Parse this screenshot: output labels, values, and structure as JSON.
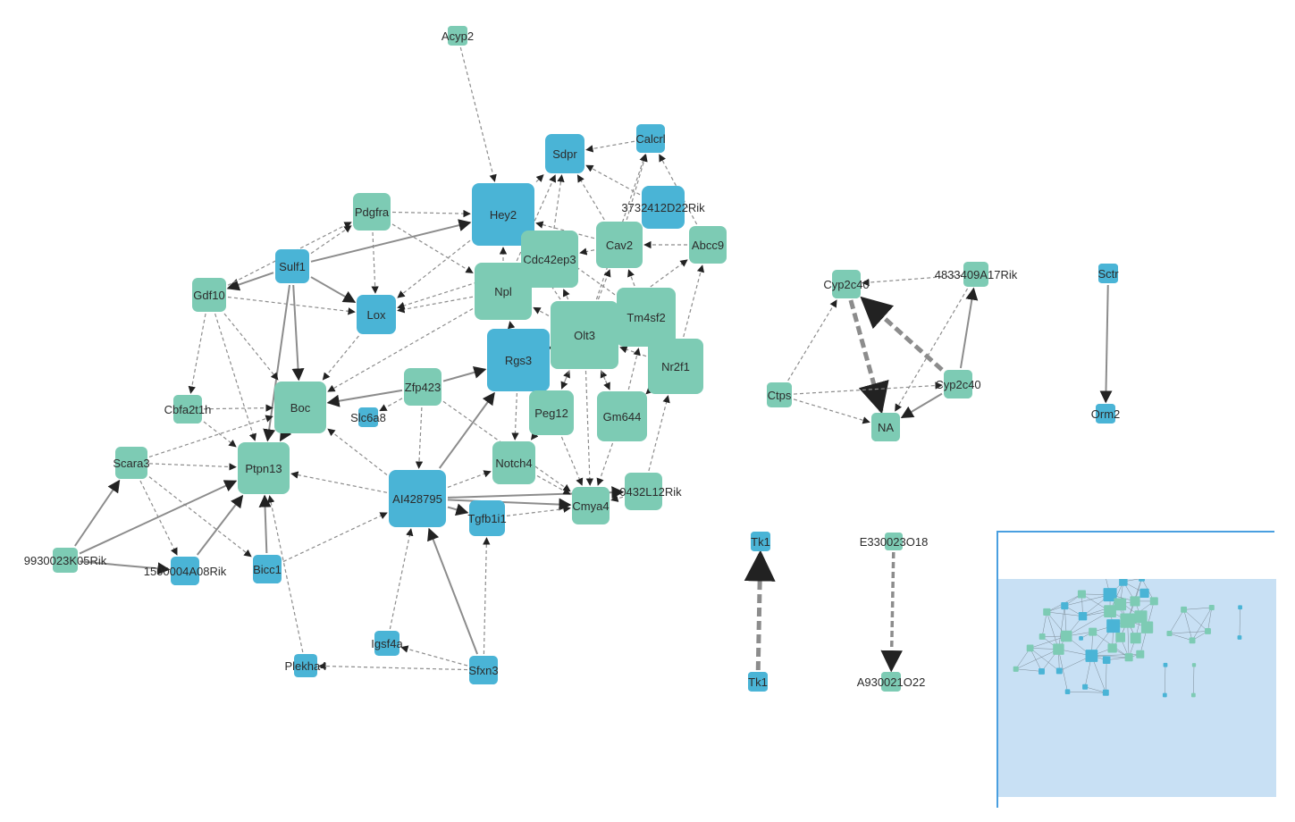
{
  "colors": {
    "teal": "#7dcbb4",
    "blue": "#4ab4d6",
    "edge": "#8c8c8c",
    "edge_dark": "#444444",
    "minimap_bg": "#c8e0f4",
    "minimap_border": "#4a9fe0"
  },
  "nodes": [
    {
      "id": "Acyp2",
      "label": "Acyp2",
      "color": "teal"
    },
    {
      "id": "Sdpr",
      "label": "Sdpr",
      "color": "blue"
    },
    {
      "id": "Calcrl",
      "label": "Calcrl",
      "color": "blue"
    },
    {
      "id": "Hey2",
      "label": "Hey2",
      "color": "blue"
    },
    {
      "id": "3732412D22Rik",
      "label": "3732412D22Rik",
      "color": "blue"
    },
    {
      "id": "Pdgfra",
      "label": "Pdgfra",
      "color": "teal"
    },
    {
      "id": "Cav2",
      "label": "Cav2",
      "color": "teal"
    },
    {
      "id": "Abcc9",
      "label": "Abcc9",
      "color": "teal"
    },
    {
      "id": "Cdc42ep3",
      "label": "Cdc42ep3",
      "color": "teal"
    },
    {
      "id": "Sulf1",
      "label": "Sulf1",
      "color": "blue"
    },
    {
      "id": "Gdf10",
      "label": "Gdf10",
      "color": "teal"
    },
    {
      "id": "Npl",
      "label": "Npl",
      "color": "teal"
    },
    {
      "id": "Lox",
      "label": "Lox",
      "color": "blue"
    },
    {
      "id": "Tm4sf2",
      "label": "Tm4sf2",
      "color": "teal"
    },
    {
      "id": "Olt3",
      "label": "Olt3",
      "color": "teal"
    },
    {
      "id": "Rgs3",
      "label": "Rgs3",
      "color": "blue"
    },
    {
      "id": "Nr2f1",
      "label": "Nr2f1",
      "color": "teal"
    },
    {
      "id": "Zfp423",
      "label": "Zfp423",
      "color": "teal"
    },
    {
      "id": "Boc",
      "label": "Boc",
      "color": "teal"
    },
    {
      "id": "Cbfa2t1h",
      "label": "Cbfa2t1h",
      "color": "teal"
    },
    {
      "id": "Slc6a8",
      "label": "Slc6a8",
      "color": "blue"
    },
    {
      "id": "Peg12",
      "label": "Peg12",
      "color": "teal"
    },
    {
      "id": "Gm644",
      "label": "Gm644",
      "color": "teal"
    },
    {
      "id": "Scara3",
      "label": "Scara3",
      "color": "teal"
    },
    {
      "id": "Ptpn13",
      "label": "Ptpn13",
      "color": "teal"
    },
    {
      "id": "Notch4",
      "label": "Notch4",
      "color": "teal"
    },
    {
      "id": "AI428795",
      "label": "AI428795",
      "color": "blue"
    },
    {
      "id": "0432L12Rik",
      "label": "0432L12Rik",
      "color": "teal"
    },
    {
      "id": "Tgfb1i1",
      "label": "Tgfb1i1",
      "color": "blue"
    },
    {
      "id": "Cmya4",
      "label": "Cmya4",
      "color": "teal"
    },
    {
      "id": "9930023K05Rik",
      "label": "9930023K05Rik",
      "color": "teal"
    },
    {
      "id": "1500004A08Rik",
      "label": "1500004A08Rik",
      "color": "blue"
    },
    {
      "id": "Bicc1",
      "label": "Bicc1",
      "color": "blue"
    },
    {
      "id": "Igsf4a",
      "label": "Igsf4a",
      "color": "blue"
    },
    {
      "id": "Plekha4",
      "label": "Plekha4",
      "color": "blue"
    },
    {
      "id": "Sfxn3",
      "label": "Sfxn3",
      "color": "blue"
    },
    {
      "id": "Cyp2c40a",
      "label": "Cyp2c40",
      "color": "teal"
    },
    {
      "id": "4833409A17Rik",
      "label": "4833409A17Rik",
      "color": "teal"
    },
    {
      "id": "Cyp2c40b",
      "label": "Cyp2c40",
      "color": "teal"
    },
    {
      "id": "Ctps",
      "label": "Ctps",
      "color": "teal"
    },
    {
      "id": "NA",
      "label": "NA",
      "color": "teal"
    },
    {
      "id": "Sctr",
      "label": "Sctr",
      "color": "blue"
    },
    {
      "id": "Orm2",
      "label": "Orm2",
      "color": "blue"
    },
    {
      "id": "Tk1a",
      "label": "Tk1",
      "color": "blue"
    },
    {
      "id": "Tk1b",
      "label": "Tk1",
      "color": "blue"
    },
    {
      "id": "E330023O18",
      "label": "E330023O18",
      "color": "teal"
    },
    {
      "id": "A930021O22",
      "label": "A930021O22",
      "color": "teal"
    }
  ],
  "edges": [
    [
      "Acyp2",
      "Hey2",
      "dashed"
    ],
    [
      "Pdgfra",
      "Hey2",
      "dashed"
    ],
    [
      "Pdgfra",
      "Npl",
      "dashed"
    ],
    [
      "Pdgfra",
      "Lox",
      "dashed"
    ],
    [
      "Sulf1",
      "Pdgfra",
      "dashed"
    ],
    [
      "Sulf1",
      "Hey2",
      "solid"
    ],
    [
      "Sulf1",
      "Gdf10",
      "solid"
    ],
    [
      "Sulf1",
      "Lox",
      "solid"
    ],
    [
      "Sulf1",
      "Boc",
      "solid"
    ],
    [
      "Sulf1",
      "Ptpn13",
      "solid"
    ],
    [
      "Gdf10",
      "Pdgfra",
      "dashed"
    ],
    [
      "Gdf10",
      "Lox",
      "dashed"
    ],
    [
      "Gdf10",
      "Boc",
      "dashed"
    ],
    [
      "Gdf10",
      "Cbfa2t1h",
      "dashed"
    ],
    [
      "Gdf10",
      "Ptpn13",
      "dashed"
    ],
    [
      "Hey2",
      "Lox",
      "dashed"
    ],
    [
      "Npl",
      "Lox",
      "dashed"
    ],
    [
      "Cdc42ep3",
      "Lox",
      "dashed"
    ],
    [
      "Hey2",
      "Sdpr",
      "dashed"
    ],
    [
      "Cav2",
      "Sdpr",
      "dashed"
    ],
    [
      "Cdc42ep3",
      "Sdpr",
      "dashed"
    ],
    [
      "Npl",
      "Sdpr",
      "dashed"
    ],
    [
      "Calcrl",
      "Sdpr",
      "dashed"
    ],
    [
      "3732412D22Rik",
      "Sdpr",
      "dashed"
    ],
    [
      "Cav2",
      "Calcrl",
      "dashed"
    ],
    [
      "Abcc9",
      "Calcrl",
      "dashed"
    ],
    [
      "Olt3",
      "Calcrl",
      "dashed"
    ],
    [
      "Cdc42ep3",
      "Hey2",
      "dashed"
    ],
    [
      "Npl",
      "Hey2",
      "dashed"
    ],
    [
      "Cav2",
      "Hey2",
      "dashed"
    ],
    [
      "Olt3",
      "Hey2",
      "dashed"
    ],
    [
      "Tm4sf2",
      "Hey2",
      "dashed"
    ],
    [
      "Abcc9",
      "Cav2",
      "dashed"
    ],
    [
      "Tm4sf2",
      "Cav2",
      "dashed"
    ],
    [
      "Olt3",
      "Cav2",
      "dashed"
    ],
    [
      "Nr2f1",
      "Abcc9",
      "dashed"
    ],
    [
      "Olt3",
      "Abcc9",
      "dashed"
    ],
    [
      "Cav2",
      "Cdc42ep3",
      "dashed"
    ],
    [
      "Olt3",
      "Cdc42ep3",
      "dashed"
    ],
    [
      "Tm4sf2",
      "Olt3",
      "dashed"
    ],
    [
      "Nr2f1",
      "Olt3",
      "dashed"
    ],
    [
      "Gm644",
      "Olt3",
      "dashed"
    ],
    [
      "Peg12",
      "Olt3",
      "dashed"
    ],
    [
      "Rgs3",
      "Olt3",
      "dashed"
    ],
    [
      "Nr2f1",
      "Tm4sf2",
      "dashed"
    ],
    [
      "Gm644",
      "Tm4sf2",
      "dashed"
    ],
    [
      "Gm644",
      "Nr2f1",
      "dashed"
    ],
    [
      "0432L12Rik",
      "Nr2f1",
      "dashed"
    ],
    [
      "Olt3",
      "Npl",
      "dashed"
    ],
    [
      "Rgs3",
      "Npl",
      "dashed"
    ],
    [
      "Olt3",
      "Gm644",
      "dashed"
    ],
    [
      "Olt3",
      "Peg12",
      "dashed"
    ],
    [
      "Olt3",
      "Cmya4",
      "dashed"
    ],
    [
      "Gm644",
      "Cmya4",
      "dashed"
    ],
    [
      "Peg12",
      "Cmya4",
      "dashed"
    ],
    [
      "Peg12",
      "Notch4",
      "dashed"
    ],
    [
      "Rgs3",
      "Peg12",
      "dashed"
    ],
    [
      "Rgs3",
      "Notch4",
      "dashed"
    ],
    [
      "Zfp423",
      "Rgs3",
      "solid"
    ],
    [
      "Zfp423",
      "Boc",
      "solid"
    ],
    [
      "Zfp423",
      "Slc6a8",
      "dashed"
    ],
    [
      "Zfp423",
      "AI428795",
      "dashed"
    ],
    [
      "Zfp423",
      "Cmya4",
      "dashed"
    ],
    [
      "Npl",
      "Boc",
      "dashed"
    ],
    [
      "Lox",
      "Boc",
      "dashed"
    ],
    [
      "Cbfa2t1h",
      "Boc",
      "dashed"
    ],
    [
      "Cbfa2t1h",
      "Ptpn13",
      "dashed"
    ],
    [
      "Scara3",
      "Boc",
      "dashed"
    ],
    [
      "Scara3",
      "Ptpn13",
      "dashed"
    ],
    [
      "Scara3",
      "Bicc1",
      "dashed"
    ],
    [
      "Scara3",
      "1500004A08Rik",
      "dashed"
    ],
    [
      "Boc",
      "Ptpn13",
      "solid"
    ],
    [
      "AI428795",
      "Boc",
      "dashed"
    ],
    [
      "AI428795",
      "Ptpn13",
      "dashed"
    ],
    [
      "AI428795",
      "Rgs3",
      "solid"
    ],
    [
      "AI428795",
      "Tgfb1i1",
      "solid"
    ],
    [
      "AI428795",
      "Cmya4",
      "solid"
    ],
    [
      "AI428795",
      "Notch4",
      "dashed"
    ],
    [
      "AI428795",
      "0432L12Rik",
      "solid"
    ],
    [
      "Notch4",
      "Cmya4",
      "dashed"
    ],
    [
      "Tgfb1i1",
      "Cmya4",
      "dashed"
    ],
    [
      "0432L12Rik",
      "Cmya4",
      "dashed"
    ],
    [
      "9930023K05Rik",
      "Scara3",
      "solid"
    ],
    [
      "9930023K05Rik",
      "Ptpn13",
      "solid"
    ],
    [
      "9930023K05Rik",
      "1500004A08Rik",
      "solid"
    ],
    [
      "1500004A08Rik",
      "Ptpn13",
      "solid"
    ],
    [
      "Bicc1",
      "Ptpn13",
      "solid"
    ],
    [
      "Bicc1",
      "AI428795",
      "dashed"
    ],
    [
      "Plekha4",
      "Ptpn13",
      "dashed"
    ],
    [
      "Sfxn3",
      "Plekha4",
      "dashed"
    ],
    [
      "Sfxn3",
      "Igsf4a",
      "dashed"
    ],
    [
      "Sfxn3",
      "AI428795",
      "solid"
    ],
    [
      "Sfxn3",
      "Tgfb1i1",
      "dashed"
    ],
    [
      "Igsf4a",
      "AI428795",
      "dashed"
    ],
    [
      "4833409A17Rik",
      "Cyp2c40a",
      "dashed"
    ],
    [
      "4833409A17Rik",
      "NA",
      "dashed"
    ],
    [
      "Cyp2c40b",
      "4833409A17Rik",
      "solid"
    ],
    [
      "Cyp2c40b",
      "Cyp2c40a",
      "thick"
    ],
    [
      "Cyp2c40b",
      "NA",
      "solid"
    ],
    [
      "Cyp2c40a",
      "NA",
      "thick"
    ],
    [
      "Ctps",
      "Cyp2c40a",
      "dashed"
    ],
    [
      "Ctps",
      "NA",
      "dashed"
    ],
    [
      "Ctps",
      "Cyp2c40b",
      "dashed"
    ],
    [
      "Sctr",
      "Orm2",
      "solid"
    ],
    [
      "Tk1b",
      "Tk1a",
      "thick"
    ],
    [
      "E330023O18",
      "A930021O22",
      "thickmid"
    ]
  ]
}
